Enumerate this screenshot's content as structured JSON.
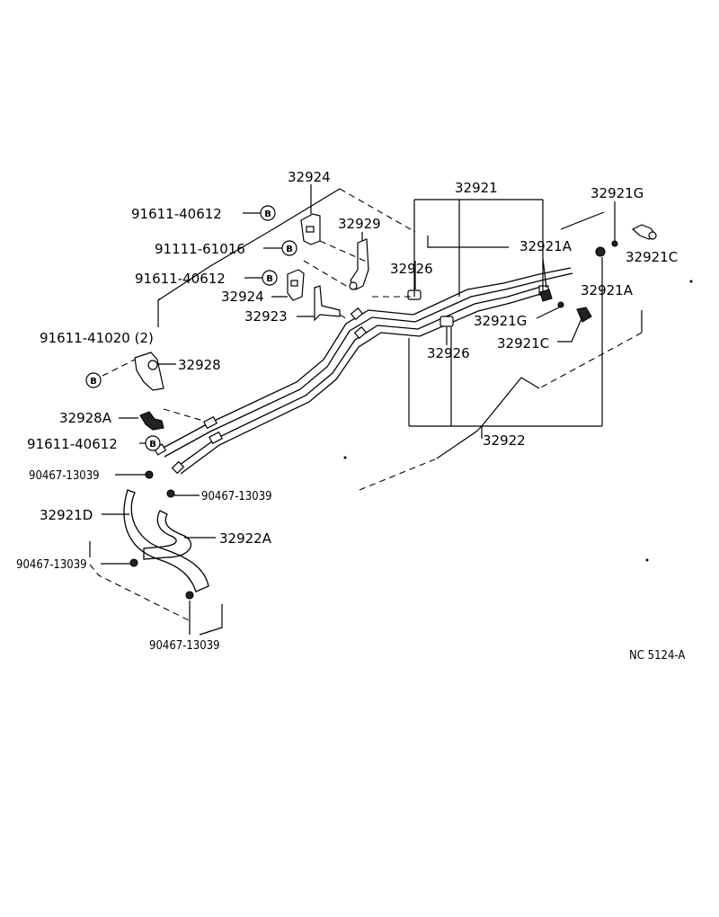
{
  "diagram": {
    "code": "NC  5124-A",
    "badge_letter": "B",
    "labels": {
      "p32924_top": "32924",
      "p32921": "32921",
      "p32921G_top": "32921G",
      "p91611_40612_a": "91611-40612",
      "p32929": "32929",
      "p91111_61016": "91111-61016",
      "p32921A_top": "32921A",
      "p32921C_top": "32921C",
      "p32926_top": "32926",
      "p91611_40612_b": "91611-40612",
      "p32924_mid": "32924",
      "p32921A_right": "32921A",
      "p32923": "32923",
      "p32921G_mid": "32921G",
      "p91611_41020": "91611-41020 (2)",
      "p32921C_mid": "32921C",
      "p32926_mid": "32926",
      "p32928": "32928",
      "p32928A": "32928A",
      "p32922": "32922",
      "p91611_40612_c": "91611-40612",
      "p90467_a": "90467-13039",
      "p90467_b": "90467-13039",
      "p32921D": "32921D",
      "p32922A": "32922A",
      "p90467_c": "90467-13039",
      "p90467_d": "90467-13039"
    }
  }
}
